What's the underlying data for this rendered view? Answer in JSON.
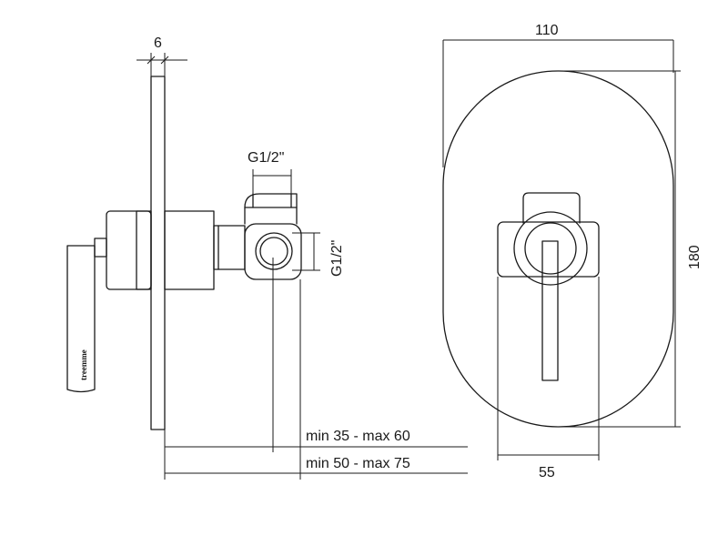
{
  "side_view": {
    "plate_thickness": "6",
    "outlet_thread_top": "G1/2\"",
    "outlet_thread_side": "G1/2\"",
    "depth_range_inner": "min 35 - max 60",
    "depth_range_outer": "min 50 - max 75",
    "handle_logo": "treemme"
  },
  "front_view": {
    "plate_width": "110",
    "plate_height": "180",
    "handle_width": "55"
  }
}
